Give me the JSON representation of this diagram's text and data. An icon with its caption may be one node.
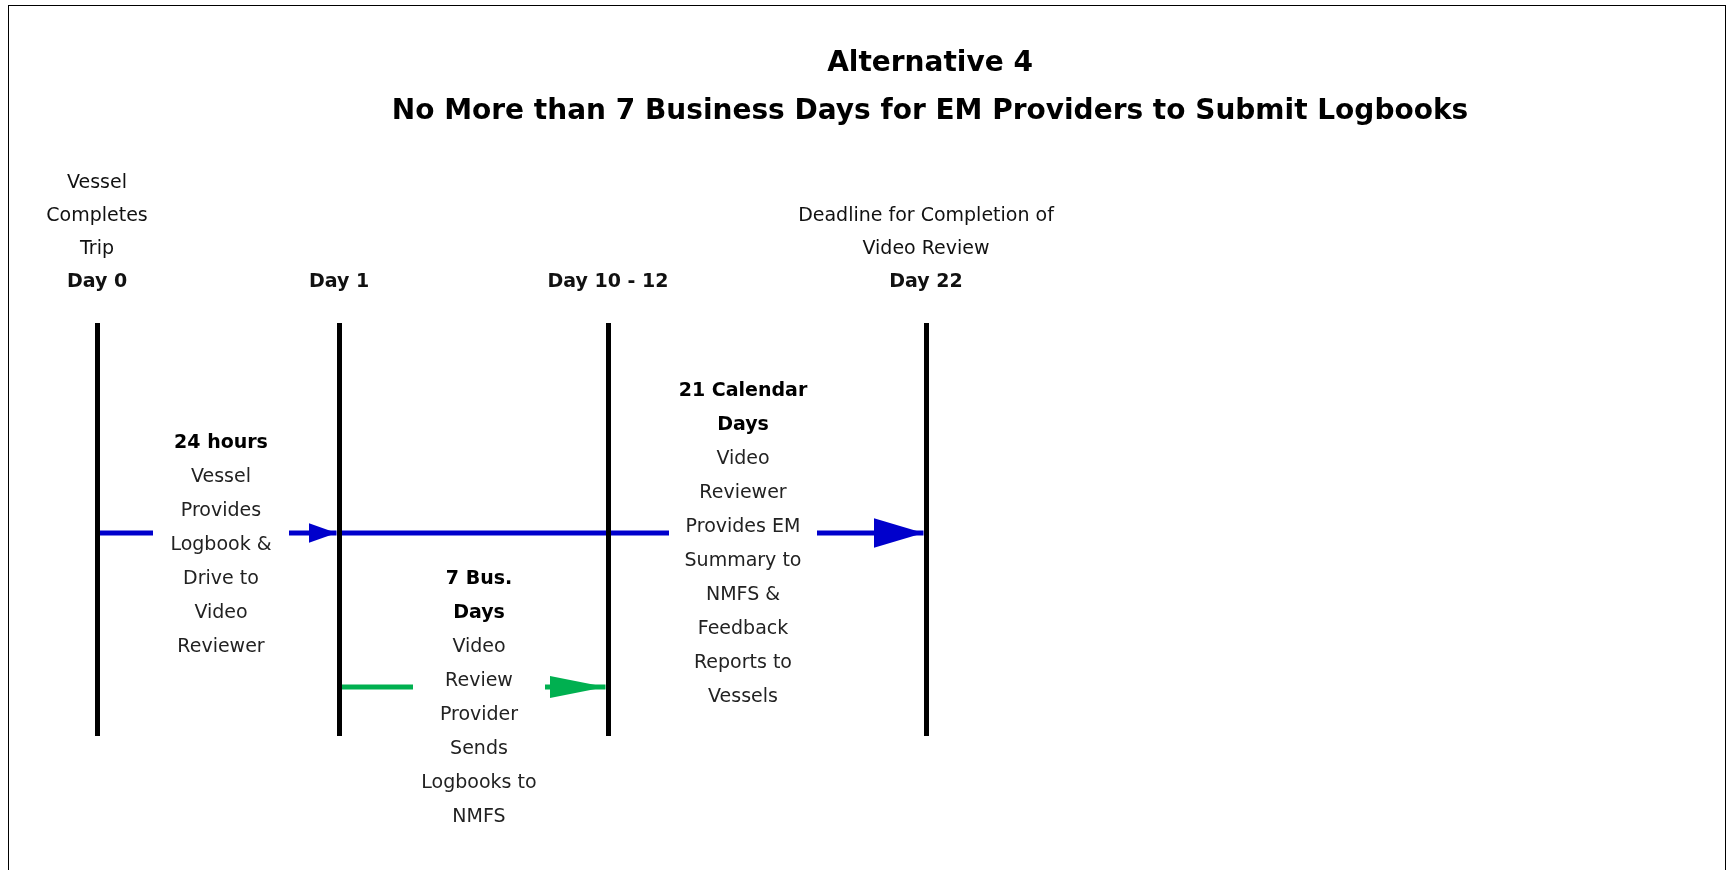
{
  "diagram": {
    "title": "Alternative 4",
    "nodes": [
      {
        "text": [
          "Vessel Completes Trip",
          "Day 0"
        ]
      },
      {
        "text": [
          "Day 1"
        ]
      },
      {
        "text": [
          "Day 10 - 12"
        ]
      },
      {
        "text": [
          "Deadline for Completion of Video Review",
          "Day 22"
        ]
      }
    ],
    "edges": [
      {
        "from": 0,
        "to": 1,
        "arrow": "to",
        "label": "**24 hours** Vessel Provides Logbook & Drive to Video Reviewer"
      },
      {
        "from": 1,
        "to": 3,
        "arrow": "to",
        "label": "**21 Calendar Days** Video Reviewer Provides EM Summary to NMFS & Feedback Reports to Vessels"
      },
      {
        "from": 1,
        "to": 2,
        "arrow": "to",
        "color": "#00b050",
        "label": "**7 Bus. Days** Video Review Provider Sends Logbooks to NMFS"
      }
    ],
    "labels": [
      "No More than 7 Business Days for EM Providers to Submit Logbooks"
    ]
  }
}
